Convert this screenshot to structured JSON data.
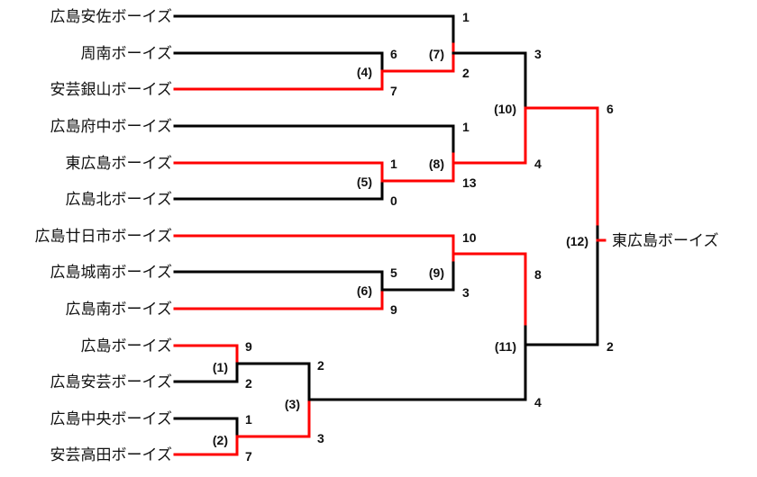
{
  "colors": {
    "winner": "#ff0000",
    "loser": "#000000",
    "text": "#111111"
  },
  "teams": [
    "広島安佐ボーイズ",
    "周南ボーイズ",
    "安芸銀山ボーイズ",
    "広島府中ボーイズ",
    "東広島ボーイズ",
    "広島北ボーイズ",
    "広島廿日市ボーイズ",
    "広島城南ボーイズ",
    "広島南ボーイズ",
    "広島ボーイズ",
    "広島安芸ボーイズ",
    "広島中央ボーイズ",
    "安芸高田ボーイズ"
  ],
  "matches": [
    {
      "id": "(1)",
      "top": "広島ボーイズ",
      "bottom": "広島安芸ボーイズ",
      "top_score": "9",
      "bottom_score": "2",
      "winner": "top"
    },
    {
      "id": "(2)",
      "top": "広島中央ボーイズ",
      "bottom": "安芸高田ボーイズ",
      "top_score": "1",
      "bottom_score": "7",
      "winner": "bottom"
    },
    {
      "id": "(3)",
      "top": "winner (1)",
      "bottom": "winner (2)",
      "top_score": "2",
      "bottom_score": "3",
      "winner": "bottom"
    },
    {
      "id": "(4)",
      "top": "周南ボーイズ",
      "bottom": "安芸銀山ボーイズ",
      "top_score": "6",
      "bottom_score": "7",
      "winner": "bottom"
    },
    {
      "id": "(5)",
      "top": "東広島ボーイズ",
      "bottom": "広島北ボーイズ",
      "top_score": "1",
      "bottom_score": "0",
      "winner": "top"
    },
    {
      "id": "(6)",
      "top": "広島城南ボーイズ",
      "bottom": "広島南ボーイズ",
      "top_score": "5",
      "bottom_score": "9",
      "winner": "bottom"
    },
    {
      "id": "(7)",
      "top": "広島安佐ボーイズ",
      "bottom": "winner (4)",
      "top_score": "1",
      "bottom_score": "2",
      "winner": "bottom"
    },
    {
      "id": "(8)",
      "top": "広島府中ボーイズ",
      "bottom": "winner (5)",
      "top_score": "1",
      "bottom_score": "13",
      "winner": "bottom"
    },
    {
      "id": "(9)",
      "top": "広島廿日市ボーイズ",
      "bottom": "winner (6)",
      "top_score": "10",
      "bottom_score": "3",
      "winner": "top"
    },
    {
      "id": "(10)",
      "top": "winner (7)",
      "bottom": "winner (8)",
      "top_score": "3",
      "bottom_score": "4",
      "winner": "bottom"
    },
    {
      "id": "(11)",
      "top": "winner (9)",
      "bottom": "winner (3)",
      "top_score": "8",
      "bottom_score": "4",
      "winner": "top"
    },
    {
      "id": "(12)",
      "top": "winner (10)",
      "bottom": "winner (11)",
      "top_score": "6",
      "bottom_score": "2",
      "winner": "top"
    }
  ],
  "champion": "東広島ボーイズ"
}
